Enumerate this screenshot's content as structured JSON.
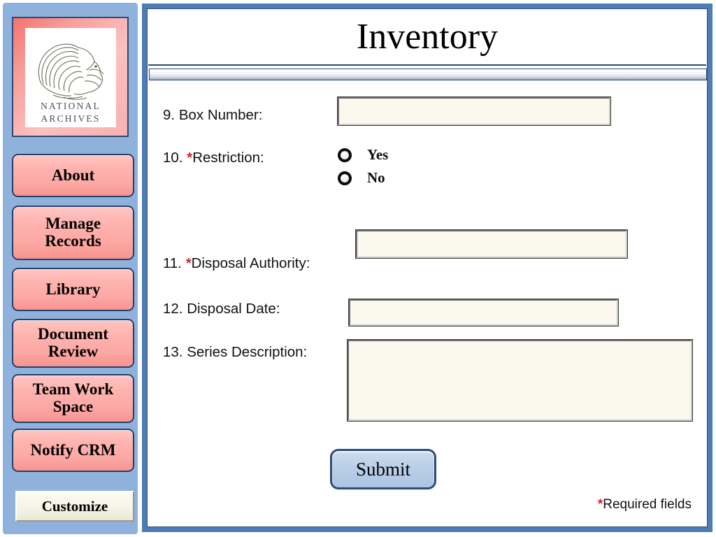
{
  "sidebar": {
    "logo": {
      "name": "national-archives-logo",
      "line1": "NATIONAL",
      "line2": "ARCHIVES",
      "frame_color": "#f8a09d"
    },
    "nav_items": [
      {
        "label": "About",
        "name": "about"
      },
      {
        "label": "Manage\nRecords",
        "name": "manage-records"
      },
      {
        "label": "Library",
        "name": "library"
      },
      {
        "label": "Document\nReview",
        "name": "document-review"
      },
      {
        "label": "Team Work\nSpace",
        "name": "team-work-space"
      },
      {
        "label": "Notify CRM",
        "name": "notify-crm"
      }
    ],
    "customize_label": "Customize",
    "background_color": "#8fb2dd",
    "button_color": "#fcaaa6"
  },
  "main": {
    "title": "Inventory",
    "border_color": "#4e7cb5",
    "fields": [
      {
        "number": "9.",
        "label": "Box Number:",
        "required": false,
        "type": "text",
        "value": "",
        "placeholder": ""
      },
      {
        "number": "10.",
        "label": "Restriction:",
        "required": true,
        "type": "radio",
        "options": [
          "Yes",
          "No"
        ],
        "selected": ""
      },
      {
        "number": "11.",
        "label": "Disposal Authority:",
        "required": true,
        "type": "text",
        "value": "",
        "placeholder": ""
      },
      {
        "number": "12.",
        "label": "Disposal Date:",
        "required": false,
        "type": "text",
        "value": "",
        "placeholder": ""
      },
      {
        "number": "13.",
        "label": "Series Description:",
        "required": false,
        "type": "textarea",
        "value": "",
        "placeholder": ""
      }
    ],
    "submit_label": "Submit",
    "required_star": "*",
    "required_note": "Required fields",
    "required_color": "#d2232a"
  }
}
